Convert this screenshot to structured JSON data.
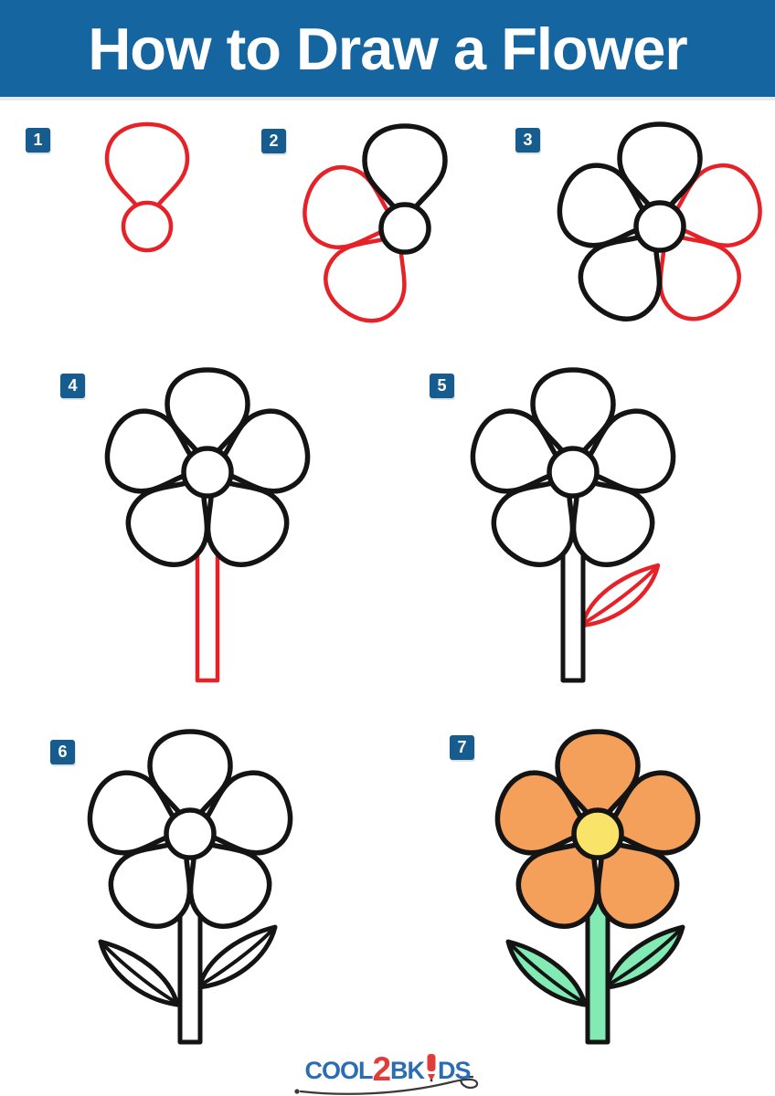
{
  "header": {
    "title": "How to Draw a Flower"
  },
  "palette": {
    "page_bg": "#FFFFFF",
    "header_bg": "#1565A0",
    "title_text": "#FFFFFF",
    "badge_bg": "#175C8E",
    "badge_text": "#FFFFFF",
    "sketch_red": "#E62128",
    "sketch_black": "#141414",
    "fill_white": "#FFFFFF",
    "petal_orange": "#F4A05A",
    "center_yellow": "#FAE369",
    "leaf_green": "#82EBB4",
    "logo_blue": "#2B6DB4",
    "logo_red": "#E23C3A",
    "swoosh_dark": "#3A3A3A"
  },
  "steps": [
    {
      "number": "1",
      "petals": [
        {
          "angle": 0,
          "stroke": "red",
          "fill": "white"
        }
      ],
      "center": {
        "stroke": "red",
        "fill": "white"
      }
    },
    {
      "number": "2",
      "petals": [
        {
          "angle": 288,
          "stroke": "red",
          "fill": "white"
        },
        {
          "angle": 216,
          "stroke": "red",
          "fill": "white"
        },
        {
          "angle": 0,
          "stroke": "black",
          "fill": "white"
        }
      ],
      "center": {
        "stroke": "black",
        "fill": "white"
      }
    },
    {
      "number": "3",
      "petals": [
        {
          "angle": 72,
          "stroke": "red",
          "fill": "white"
        },
        {
          "angle": 144,
          "stroke": "red",
          "fill": "white"
        },
        {
          "angle": 0,
          "stroke": "black",
          "fill": "white"
        },
        {
          "angle": 288,
          "stroke": "black",
          "fill": "white"
        },
        {
          "angle": 216,
          "stroke": "black",
          "fill": "white"
        }
      ],
      "center": {
        "stroke": "black",
        "fill": "white"
      }
    },
    {
      "number": "4",
      "stem": {
        "stroke": "red",
        "fill": "white"
      },
      "petals": [
        {
          "angle": 0,
          "stroke": "black",
          "fill": "white"
        },
        {
          "angle": 72,
          "stroke": "black",
          "fill": "white"
        },
        {
          "angle": 288,
          "stroke": "black",
          "fill": "white"
        },
        {
          "angle": 144,
          "stroke": "black",
          "fill": "white"
        },
        {
          "angle": 216,
          "stroke": "black",
          "fill": "white"
        }
      ],
      "center": {
        "stroke": "black",
        "fill": "white"
      }
    },
    {
      "number": "5",
      "stem": {
        "stroke": "black",
        "fill": "white"
      },
      "leaves": [
        {
          "side": "right",
          "stroke": "red",
          "fill": "white"
        }
      ],
      "petals": [
        {
          "angle": 0,
          "stroke": "black",
          "fill": "white"
        },
        {
          "angle": 72,
          "stroke": "black",
          "fill": "white"
        },
        {
          "angle": 288,
          "stroke": "black",
          "fill": "white"
        },
        {
          "angle": 144,
          "stroke": "black",
          "fill": "white"
        },
        {
          "angle": 216,
          "stroke": "black",
          "fill": "white"
        }
      ],
      "center": {
        "stroke": "black",
        "fill": "white"
      }
    },
    {
      "number": "6",
      "stem": {
        "stroke": "black",
        "fill": "white"
      },
      "leaves": [
        {
          "side": "left",
          "stroke": "black",
          "fill": "white"
        },
        {
          "side": "right",
          "stroke": "black",
          "fill": "white"
        }
      ],
      "petals": [
        {
          "angle": 0,
          "stroke": "black",
          "fill": "white"
        },
        {
          "angle": 72,
          "stroke": "black",
          "fill": "white"
        },
        {
          "angle": 288,
          "stroke": "black",
          "fill": "white"
        },
        {
          "angle": 144,
          "stroke": "black",
          "fill": "white"
        },
        {
          "angle": 216,
          "stroke": "black",
          "fill": "white"
        }
      ],
      "center": {
        "stroke": "black",
        "fill": "white"
      }
    },
    {
      "number": "7",
      "stem": {
        "stroke": "black",
        "fill": "green"
      },
      "leaves": [
        {
          "side": "left",
          "stroke": "black",
          "fill": "green"
        },
        {
          "side": "right",
          "stroke": "black",
          "fill": "green"
        }
      ],
      "petals": [
        {
          "angle": 0,
          "stroke": "black",
          "fill": "orange"
        },
        {
          "angle": 72,
          "stroke": "black",
          "fill": "orange"
        },
        {
          "angle": 288,
          "stroke": "black",
          "fill": "orange"
        },
        {
          "angle": 144,
          "stroke": "black",
          "fill": "orange"
        },
        {
          "angle": 216,
          "stroke": "black",
          "fill": "orange"
        }
      ],
      "center": {
        "stroke": "black",
        "fill": "yellow"
      }
    }
  ],
  "footer": {
    "logo_cool": "COOL",
    "logo_two": "2",
    "logo_bk": "BK",
    "logo_ds": "DS"
  }
}
